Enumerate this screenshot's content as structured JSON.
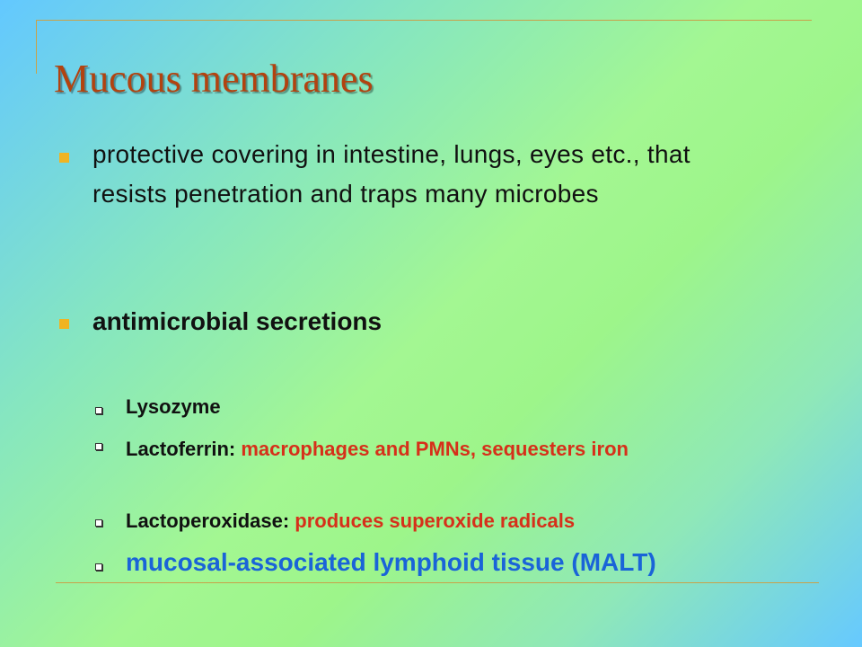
{
  "slide": {
    "title": "Mucous membranes",
    "bullet1": "protective covering in intestine, lungs, eyes etc., that resists penetration and traps many microbes",
    "bullet2": "antimicrobial secretions",
    "subitems": {
      "lysozyme": "Lysozyme",
      "lactoferrin_label": "Lactoferrin:",
      "lactoferrin_desc": "macrophages and PMNs, sequesters iron",
      "lactoperoxidase_label": "Lactoperoxidase:",
      "lactoperoxidase_desc": "produces superoxide radicals",
      "malt": "mucosal-associated lymphoid tissue (MALT)"
    }
  },
  "colors": {
    "title": "#b24310",
    "bullet": "#f0b422",
    "highlight_red": "#d6301a",
    "highlight_blue": "#1a64d8",
    "rule": "#c8a24a"
  }
}
